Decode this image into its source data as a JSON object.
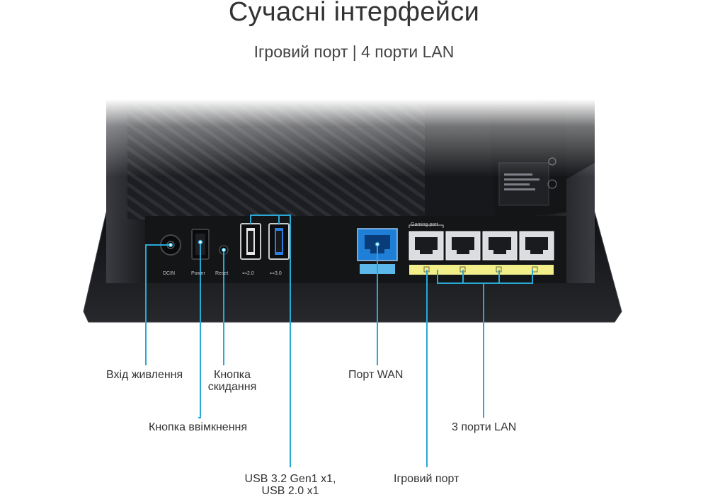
{
  "header": {
    "title": "Сучасні інтерфейси",
    "subtitle": "Ігровий порт | 4 порти LAN"
  },
  "panel_labels": {
    "dcin": "DCIN",
    "power": "Power",
    "reset": "Reset",
    "usb2": "⊷2.0",
    "usb3": "⊷3.0",
    "gaming_port": "Gaming port"
  },
  "callouts": {
    "power_input": "Вхід живлення",
    "power_button": "Кнопка ввімкнення",
    "reset_line1": "Кнопка",
    "reset_line2": "скидання",
    "usb_line1": "USB 3.2 Gen1 x1,",
    "usb_line2": "USB 2.0 x1",
    "wan": "Порт WAN",
    "gaming": "Ігровий порт",
    "lan": "3 порти LAN"
  },
  "colors": {
    "accent_blue": "#29a8d6",
    "wan_blue": "#1f7fd6",
    "lan_yellow": "#f2ef8a",
    "wan_label_bg": "#5bb8e8",
    "router_body": "#1c1d20"
  }
}
